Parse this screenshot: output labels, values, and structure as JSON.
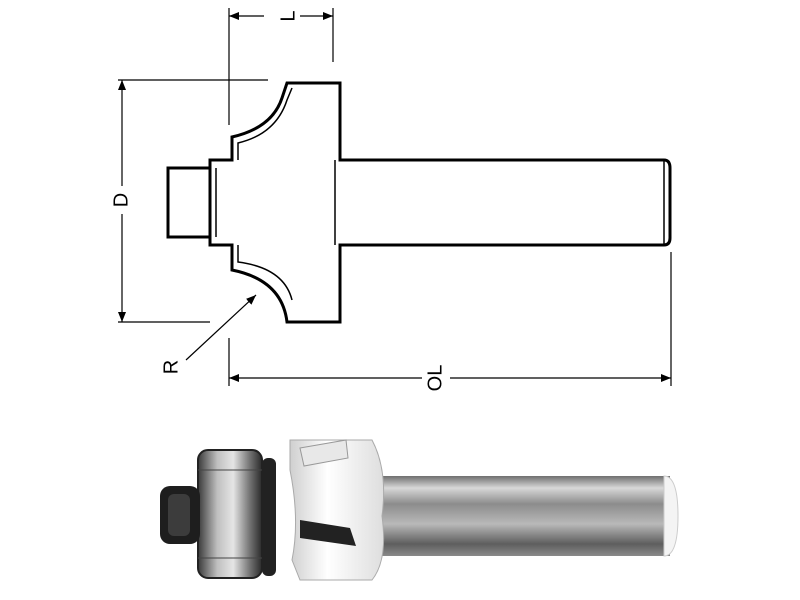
{
  "drawing": {
    "labels": {
      "length": "L",
      "diameter": "D",
      "radius": "R",
      "overall_length": "OL"
    }
  },
  "colors": {
    "line": "#000000",
    "background": "#ffffff",
    "cutter_body": "#f2f2f2",
    "shank": "#9a9a9a"
  }
}
